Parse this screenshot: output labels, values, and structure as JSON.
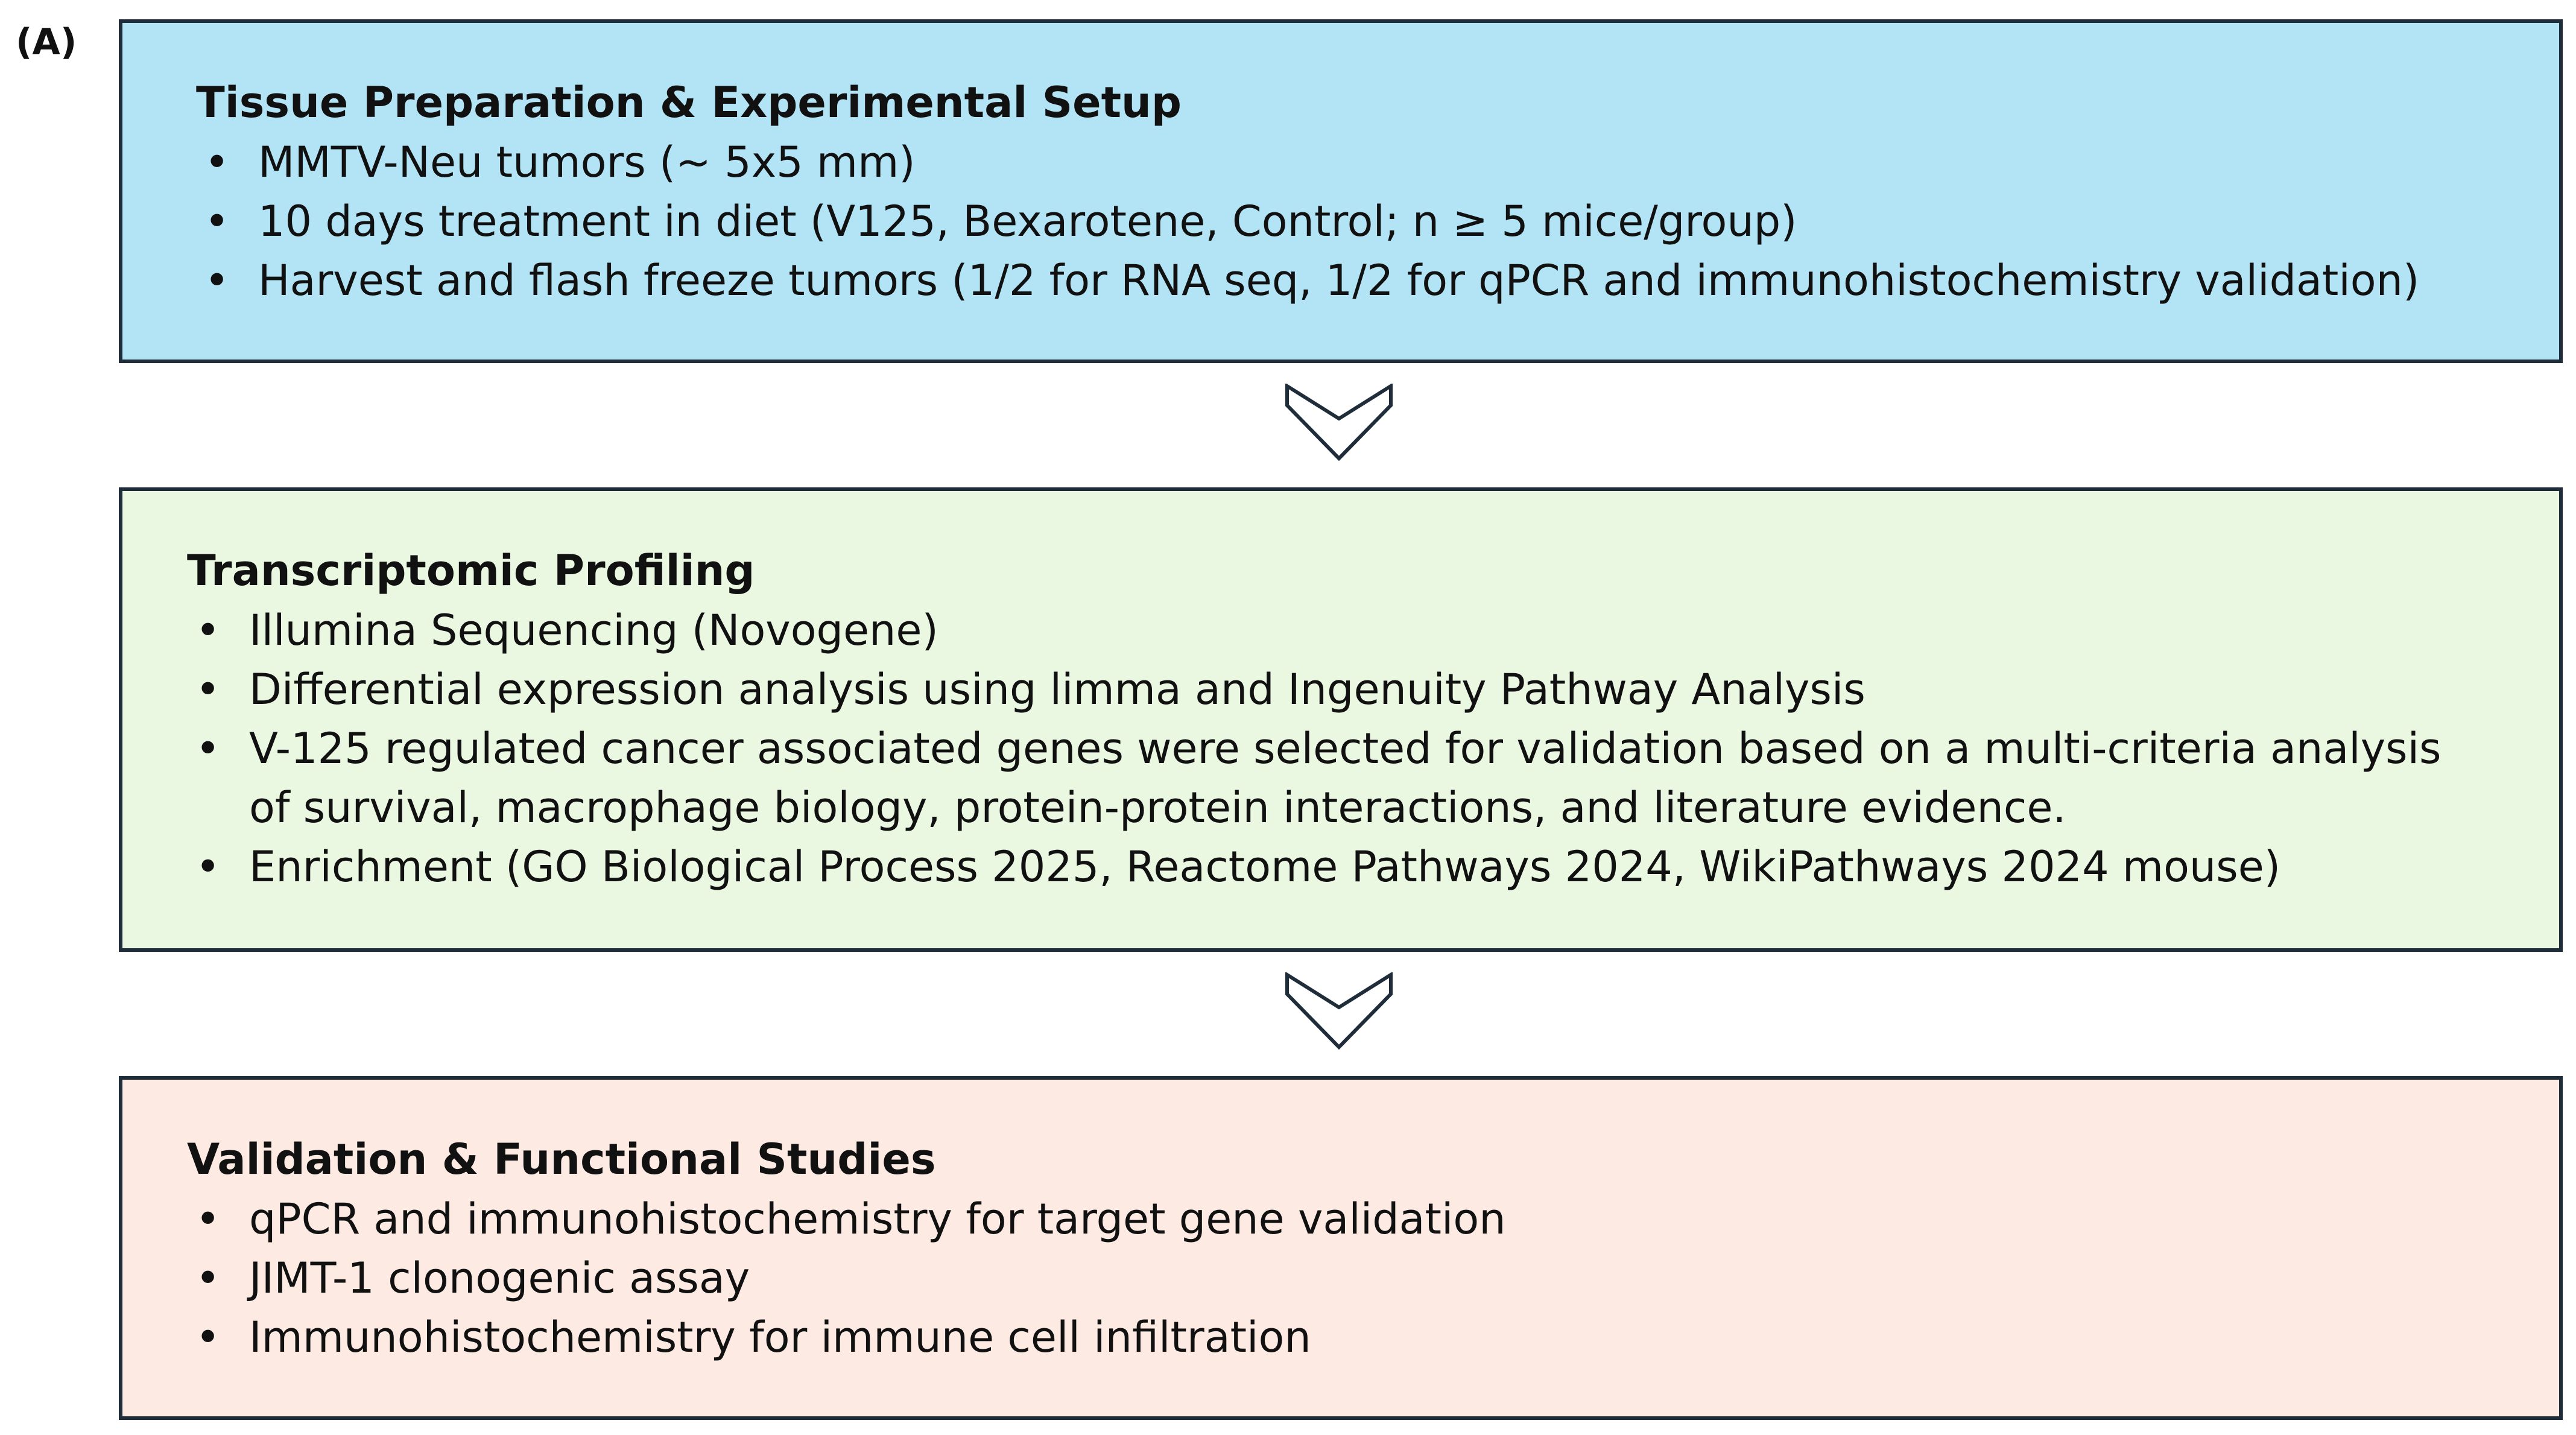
{
  "panel_label": "(A)",
  "stages": [
    {
      "title": "Tissue Preparation & Experimental Setup",
      "bullets": [
        "MMTV-Neu tumors (~ 5x5 mm)",
        "10 days treatment in diet (V125, Bexarotene, Control; n ≥ 5 mice/group)",
        "Harvest and flash freeze tumors (1/2 for RNA seq, 1/2 for qPCR and immunohistochemistry validation)"
      ]
    },
    {
      "title": "Transcriptomic Profiling",
      "bullets": [
        "Illumina Sequencing (Novogene)",
        "Differential expression analysis using limma and Ingenuity Pathway Analysis",
        "V-125 regulated cancer associated genes were selected for validation based on a multi-criteria analysis",
        "Enrichment (GO Biological Process 2025, Reactome Pathways 2024, WikiPathways 2024 mouse)"
      ],
      "bullet_3_continuation": "of survival, macrophage biology, protein-protein interactions, and literature evidence."
    },
    {
      "title": "Validation & Functional Studies",
      "bullets": [
        "qPCR and immunohistochemistry for target gene validation",
        "JIMT-1 clonogenic assay",
        "Immunohistochemistry for immune cell infiltration"
      ]
    }
  ],
  "bullet_symbol": "•",
  "colors": {
    "stage_1_fill": "#b2e4f5",
    "stage_2_fill": "#eaf8e2",
    "stage_3_fill": "#fdebe3",
    "border": "#1f2d3a",
    "arrow_stroke": "#1f2d3a"
  },
  "icons": {
    "arrow_1": "chevron-down-icon",
    "arrow_2": "chevron-down-icon"
  }
}
